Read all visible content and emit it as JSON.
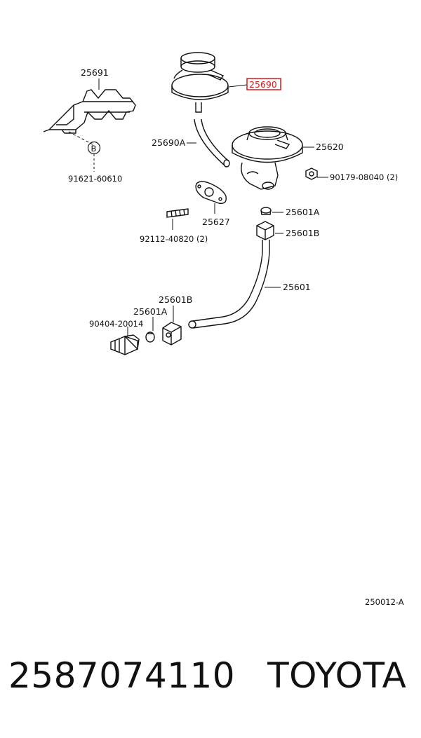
{
  "diagram": {
    "callouts": {
      "p25691": "25691",
      "p25690": "25690",
      "p25690A": "25690A",
      "p25620": "25620",
      "p90179": "90179-08040 (2)",
      "p91621": "91621-60610",
      "pB": "B",
      "p25627": "25627",
      "p92112": "92112-40820 (2)",
      "p25601A_top": "25601A",
      "p25601B_top": "25601B",
      "p25601": "25601",
      "p25601B_low": "25601B",
      "p25601A_low": "25601A",
      "p90404": "90404-20014"
    },
    "figure_code": "250012-A",
    "highlight_color": "#d81818"
  },
  "caption": {
    "part_number": "2587074110",
    "brand": "TOYOTA"
  }
}
